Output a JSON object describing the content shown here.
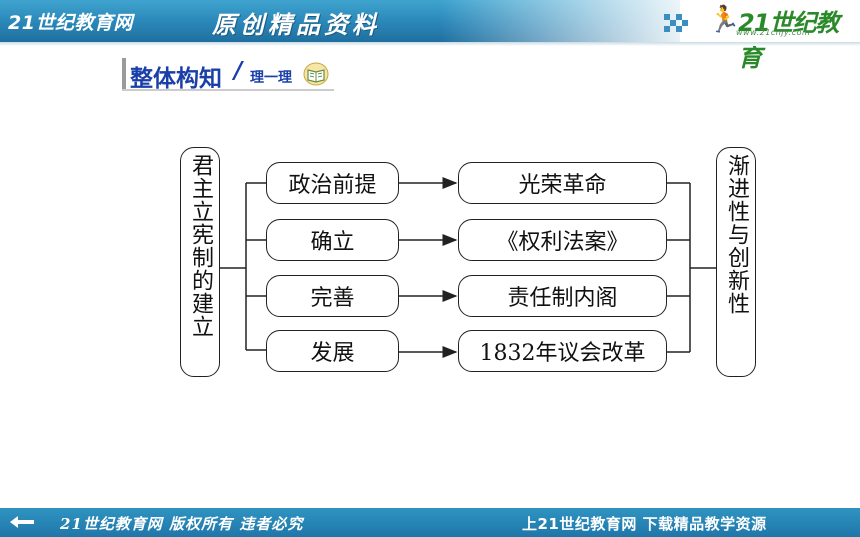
{
  "header": {
    "site": "21世纪教育网",
    "tagline": "原创精品资料",
    "logo_mark": "21世纪教育",
    "logo_url": "www.21cnjy.com"
  },
  "section": {
    "title": "整体构知",
    "slash": "/",
    "subtitle": "理一理"
  },
  "diagram": {
    "root": "君主立宪制的建立",
    "stages": [
      {
        "label": "政治前提",
        "result": "光荣革命"
      },
      {
        "label": "确立",
        "result": "《权利法案》"
      },
      {
        "label": "完善",
        "result": "责任制内阁"
      },
      {
        "label": "发展",
        "result": "1832年议会改革"
      }
    ],
    "conclusion": "渐进性与创新性"
  },
  "footer": {
    "left": "21世纪教育网 版权所有 违者必究",
    "right": "上21世纪教育网 下载精品教学资源"
  },
  "colors": {
    "header_blue": "#2a86b8",
    "title_blue": "#1a3fa8",
    "line": "#222222"
  }
}
